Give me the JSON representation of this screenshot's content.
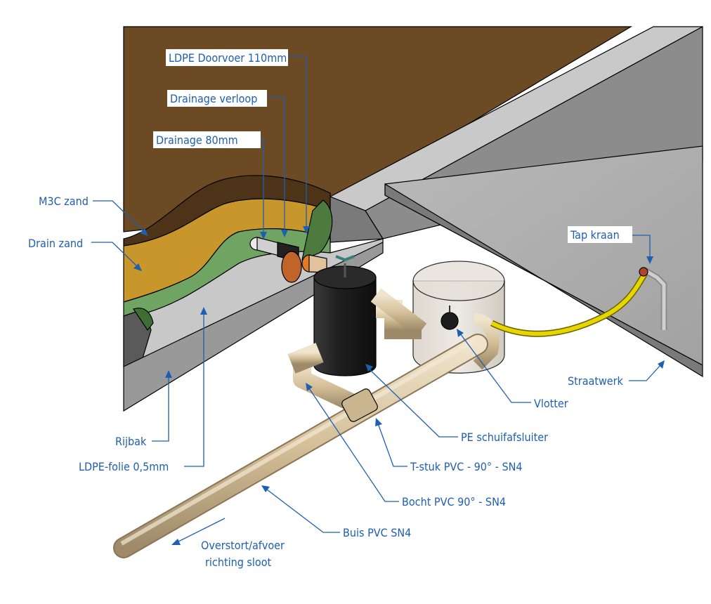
{
  "labels": {
    "ldpe_doorvoer": "LDPE Doorvoer 110mm",
    "drainage_verloop": "Drainage verloop",
    "drainage_80": "Drainage 80mm",
    "m3c_zand": "M3C zand",
    "drain_zand": "Drain zand",
    "tap_kraan": "Tap kraan",
    "straatwerk": "Straatwerk",
    "vlotter": "Vlotter",
    "pe_schuifafsluiter": "PE schuifafsluiter",
    "rijbak": "Rijbak",
    "ldpe_folie": "LDPE-folie 0,5mm",
    "t_stuk": "T-stuk PVC - 90° - SN4",
    "bocht": "Bocht PVC 90° - SN4",
    "buis": "Buis PVC SN4",
    "overstort_line1": "Overstort/afvoer",
    "overstort_line2": "richting sloot"
  },
  "colors": {
    "soil": "#6b4a24",
    "sand": "#c8962a",
    "foil": "#6fa462",
    "concrete": "#a9a9a9",
    "pipe": "#d7c4a2",
    "label": "#1f5fb0",
    "hose": "#e5d600"
  }
}
